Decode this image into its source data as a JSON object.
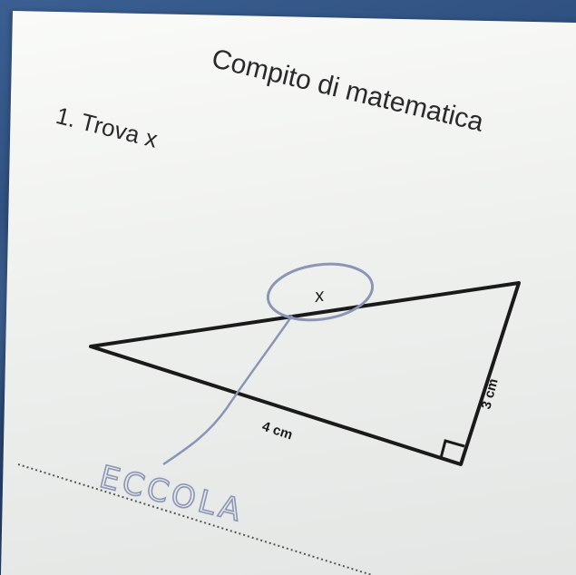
{
  "worksheet": {
    "title": "Compito di matematica",
    "problem": "1. Trova x",
    "triangle": {
      "hypotenuse_label": "x",
      "base_label": "4 cm",
      "height_label": "3 cm"
    },
    "handwritten_answer": "ECCOLA"
  }
}
